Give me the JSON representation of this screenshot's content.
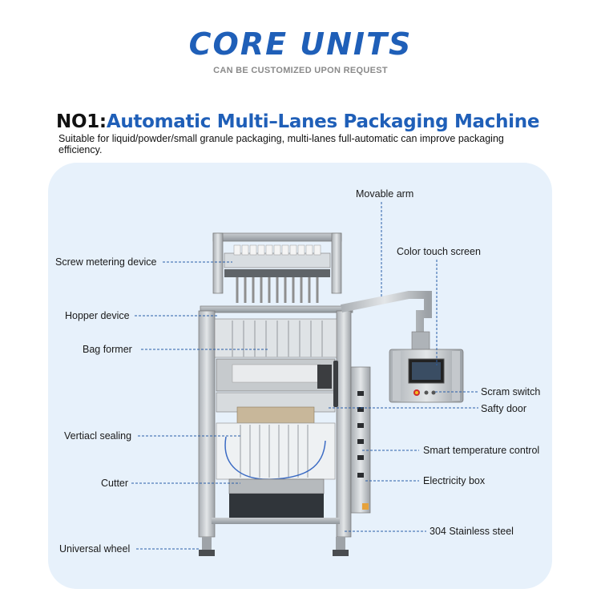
{
  "header": {
    "title": "CORE UNITS",
    "subtitle": "CAN BE CUSTOMIZED UPON REQUEST"
  },
  "section": {
    "prefix": "NO1:",
    "name": "Automatic Multi–Lanes Packaging Machine",
    "description": "Suitable for liquid/powder/small granule packaging, multi-lanes full-automatic can improve packaging efficiency."
  },
  "labels": {
    "movable_arm": "Movable arm",
    "color_touch_screen": "Color touch screen",
    "screw_metering_device": "Screw metering device",
    "hopper_device": "Hopper device",
    "bag_former": "Bag former",
    "scram_switch": "Scram switch",
    "safty_door": "Safty door",
    "vertical_sealing": "Vertiacl sealing",
    "smart_temperature_control": "Smart temperature control",
    "cutter": "Cutter",
    "electricity_box": "Electricity box",
    "stainless_steel": "304 Stainless steel",
    "universal_wheel": "Universal wheel"
  },
  "colors": {
    "accent": "#1f5fb8",
    "panel": "#e7f1fb",
    "leader": "#2a5ea8"
  }
}
